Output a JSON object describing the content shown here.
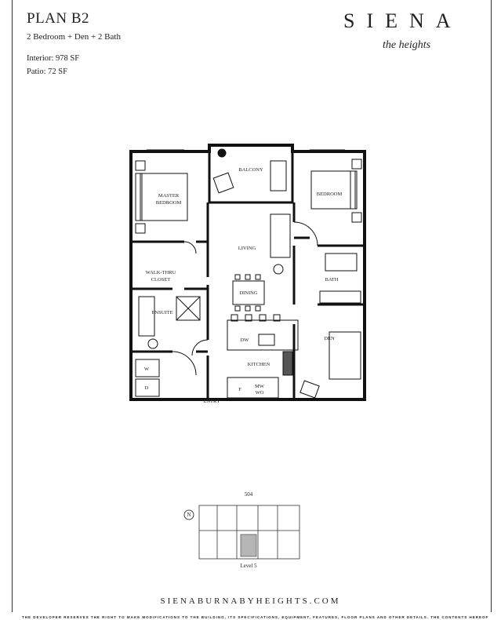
{
  "plan": {
    "title": "PLAN B2",
    "subtitle": "2 Bedroom + Den + 2 Bath",
    "interior": "Interior: 978 SF",
    "patio": "Patio: 72 SF"
  },
  "brand": {
    "name": "SIENA",
    "tagline": "the heights",
    "website": "SIENABURNABYHEIGHTS.COM"
  },
  "rooms": {
    "balcony": "BALCONY",
    "master_bedroom_1": "MASTER",
    "master_bedroom_2": "BEDROOM",
    "bedroom": "BEDROOM",
    "living": "LIVING",
    "walk_thru_1": "WALK-THRU",
    "walk_thru_2": "CLOSET",
    "dining": "DINING",
    "bath": "BATH",
    "ensuite": "ENSUITE",
    "dw": "DW",
    "den": "DEN",
    "kitchen": "KITCHEN",
    "washer": "W",
    "dryer": "D",
    "fridge": "F",
    "mw": "MW",
    "wo": "WO",
    "entry": "ENTRY"
  },
  "keyplan": {
    "unit_number": "504",
    "north": "N",
    "level": "Level 5"
  },
  "disclaimer": "THE DEVELOPER RESERVES THE RIGHT TO MAKE MODIFICATIONS TO THE BUILDING, ITS SPECIFICATIONS, EQUIPMENT, FEATURES, FLOOR PLANS AND OTHER DETAILS. THE CONTENTS HEREOF"
}
